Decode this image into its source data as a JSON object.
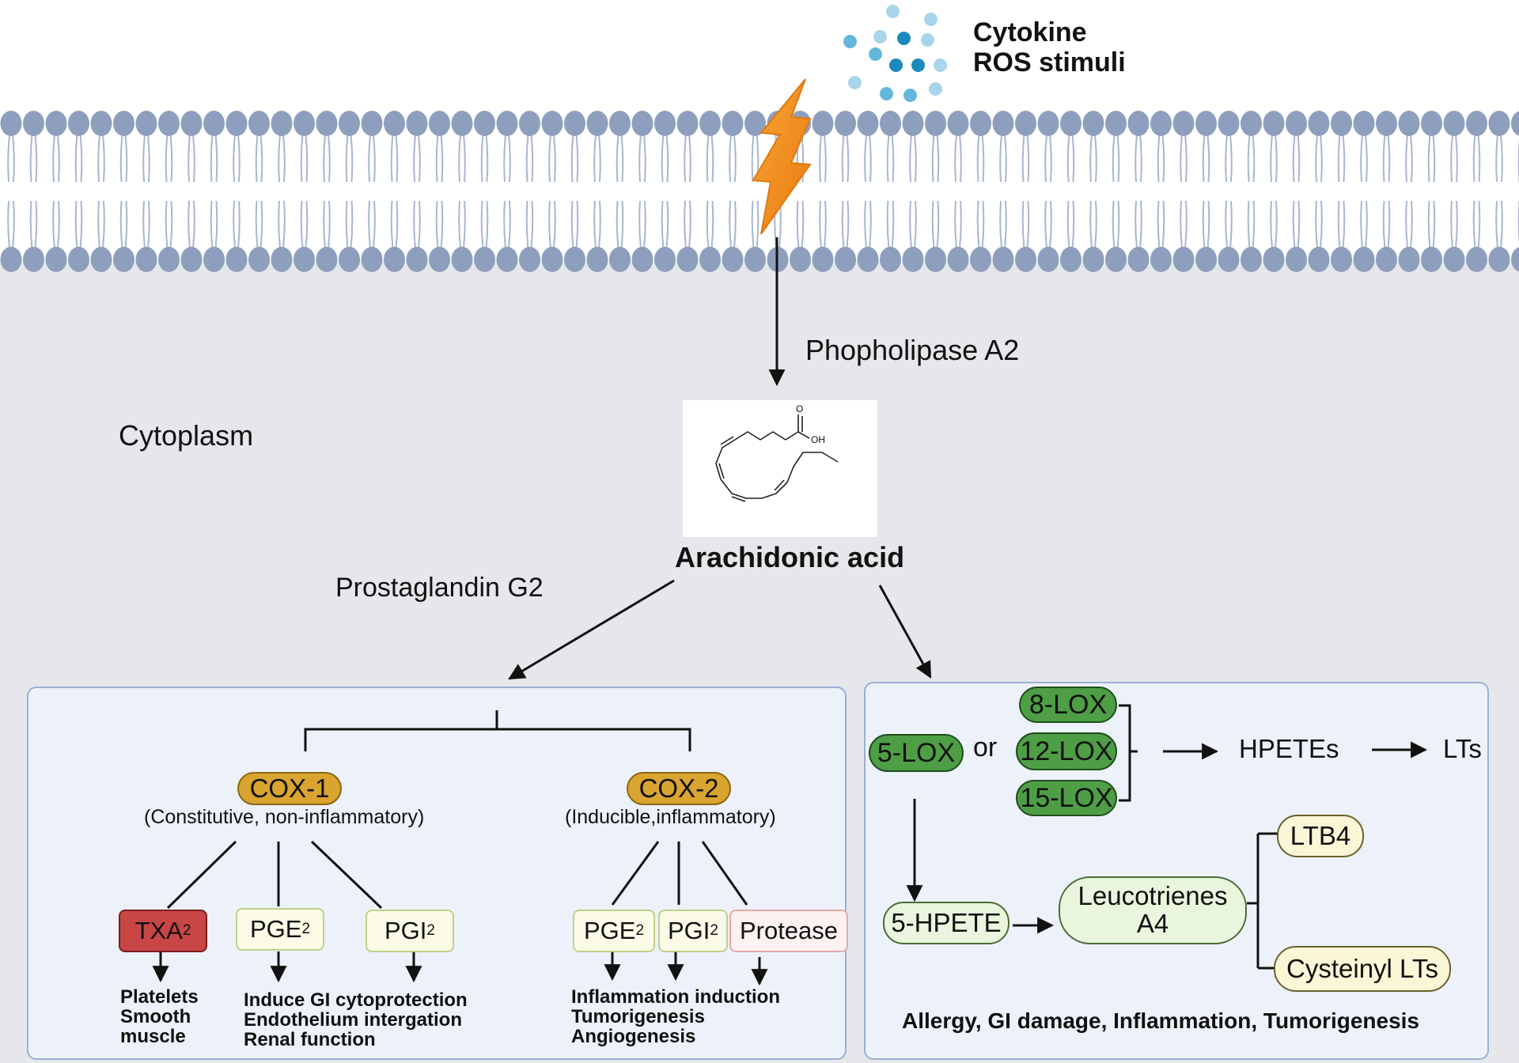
{
  "stimulus": {
    "line1": "Cytokine",
    "line2": "ROS stimuli"
  },
  "enzyme_pla2": "Phopholipase A2",
  "compartment": "Cytoplasm",
  "substrate": {
    "name": "Arachidonic acid",
    "oxygen_label": "O",
    "hydroxyl_label": "OH"
  },
  "pathway_label": "Prostaglandin G2",
  "cox_pathway": {
    "cox1": {
      "label": "COX-1",
      "note": "(Constitutive, non-inflammatory)"
    },
    "cox2": {
      "label": "COX-2",
      "note": "(Inducible,inflammatory)"
    },
    "cox1_products": [
      {
        "label": "TXA",
        "sub": "2"
      },
      {
        "label": "PGE",
        "sub": "2"
      },
      {
        "label": "PGI",
        "sub": "2"
      }
    ],
    "cox2_products": [
      {
        "label": "PGE",
        "sub": "2"
      },
      {
        "label": "PGI",
        "sub": "2"
      },
      {
        "label": "Protease",
        "sub": ""
      }
    ],
    "txa2_effects": [
      "Platelets",
      "Smooth",
      "muscle"
    ],
    "pg_effects": [
      "Induce GI cytoprotection",
      "Endothelium intergation",
      "Renal function"
    ],
    "cox2_effects": [
      "Inflammation induction",
      "Tumorigenesis",
      "Angiogenesis"
    ]
  },
  "lox_pathway": {
    "five_lox": "5-LOX",
    "or_word": "or",
    "other_lox": [
      "8-LOX",
      "12-LOX",
      "15-LOX"
    ],
    "hpetes": "HPETEs",
    "lts": "LTs",
    "five_hpete": "5-HPETE",
    "leukotriene_a4": {
      "line1": "Leucotrienes",
      "line2": "A4"
    },
    "ltb4": "LTB4",
    "cysteinyl": "Cysteinyl LTs",
    "outcomes": "Allergy, GI damage, Inflammation, Tumorigenesis"
  },
  "colors": {
    "membrane_head": "#8d9fbd",
    "membrane_tail": "#a9b6cf",
    "cytoplasm": "#e6e7eb",
    "panel_fill": "#edf2fa",
    "panel_border": "#9ab0d4",
    "cox_enzyme": "#d9a42f",
    "lox_enzyme": "#4e9e45",
    "txa2": "#c94646",
    "prostaglandin": "#fbfbe8",
    "protease": "#fdf1f1",
    "leukotriene": "#eaf5dd",
    "lightning": "#f28c1a",
    "dots": [
      "#1a89be",
      "#64b7dc",
      "#a9d5ec"
    ]
  },
  "icons": [
    "lightning-bolt-icon",
    "cytokine-dots-icon",
    "arachidonic-acid-structure"
  ]
}
